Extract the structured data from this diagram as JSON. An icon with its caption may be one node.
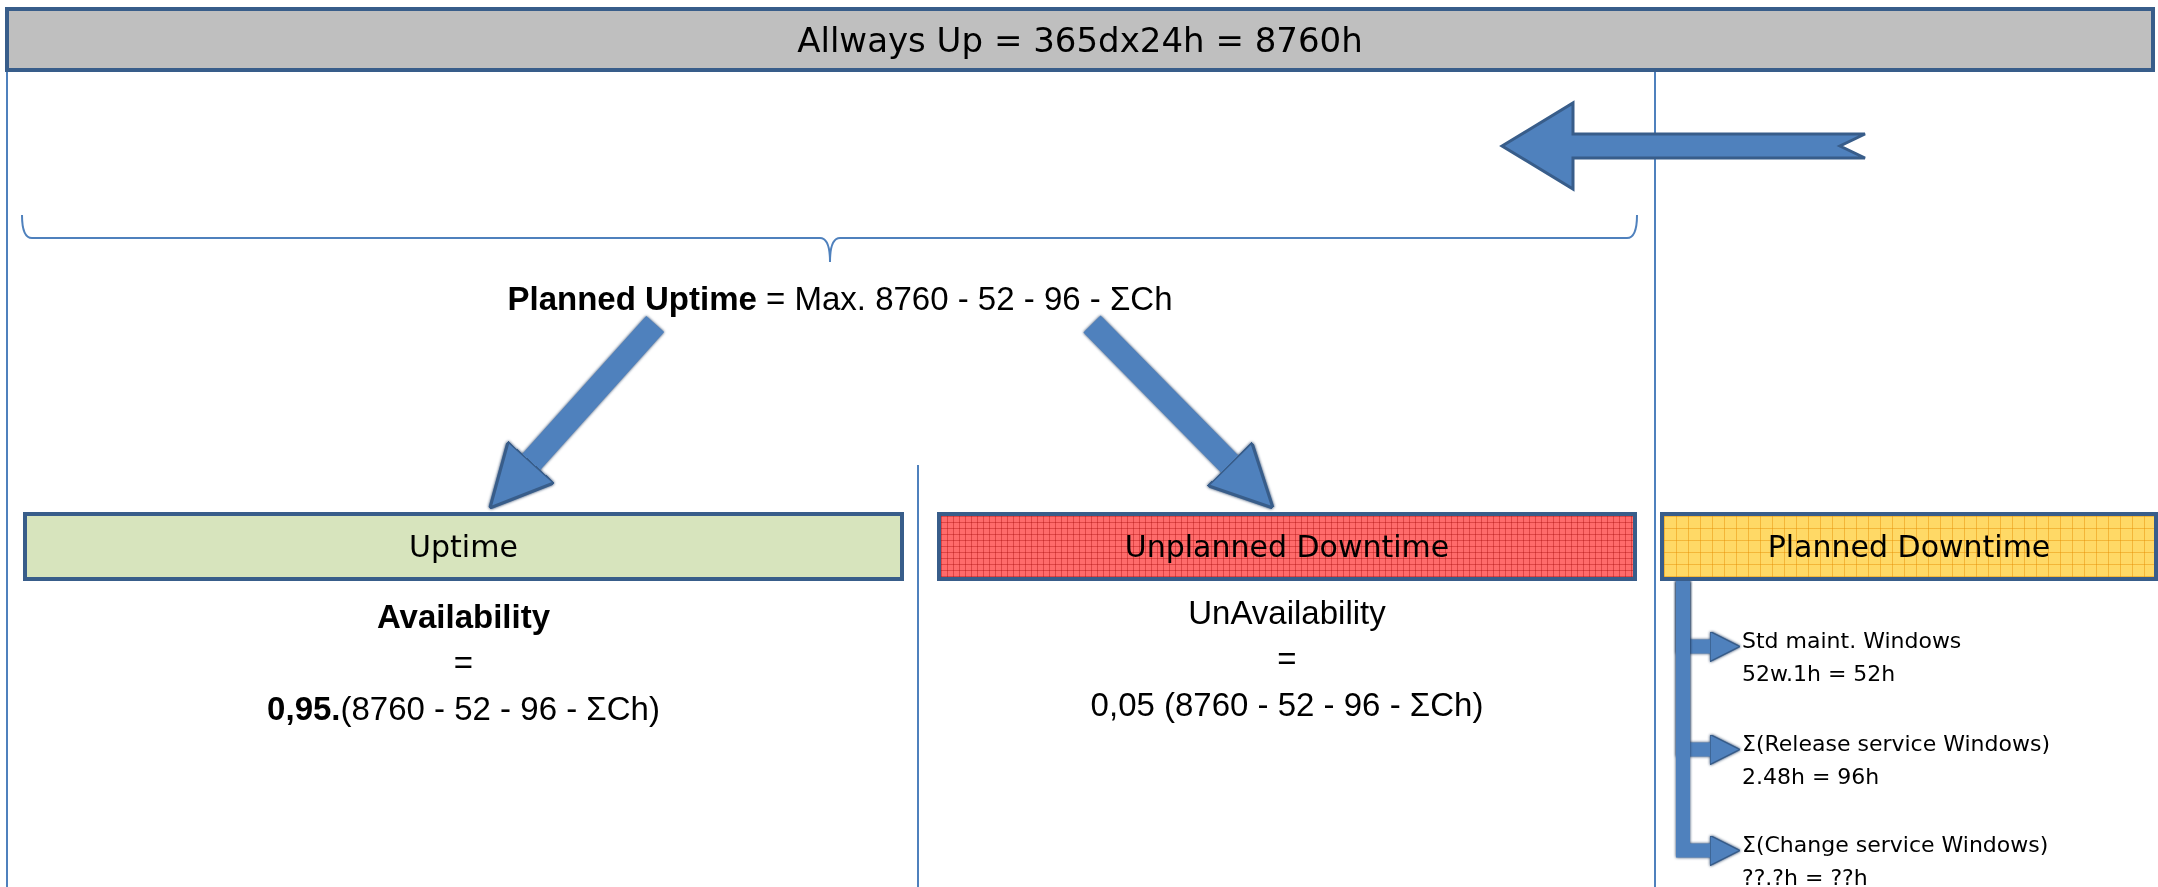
{
  "diagram": {
    "nodes": [
      {
        "text": [
          "Allways Up = 365dx24h = 8760h"
        ]
      },
      {
        "text": [
          "**Planned Uptime** = Max. 8760 - 52 - 96 - ΣCh"
        ]
      },
      {
        "text": [
          "Uptime"
        ],
        "beside": [
          "Availability",
          "=",
          "**0,95.**(8760 - 52 - 96 - ΣCh)"
        ]
      },
      {
        "text": [
          "Unplanned Downtime"
        ],
        "beside": [
          "UnAvailability",
          "=",
          "0,05 (8760 - 52 - 96 - ΣCh)"
        ]
      },
      {
        "text": [
          "Planned Downtime"
        ]
      },
      {
        "text": [
          "Std maint. Windows",
          "52w.1h = 52h"
        ]
      },
      {
        "text": [
          "Σ(Release service Windows)",
          "2.48h = 96h"
        ]
      },
      {
        "text": [
          "Σ(Change service Windows)",
          "??.?h = ??h"
        ]
      }
    ],
    "edges": [
      {
        "from": 1,
        "to": 2,
        "arrow": "to"
      },
      {
        "from": 1,
        "to": 3,
        "arrow": "to"
      },
      {
        "from": 4,
        "to": 5,
        "arrow": "to"
      },
      {
        "from": 4,
        "to": 6,
        "arrow": "to"
      },
      {
        "from": 4,
        "to": 7,
        "arrow": "to"
      }
    ]
  }
}
